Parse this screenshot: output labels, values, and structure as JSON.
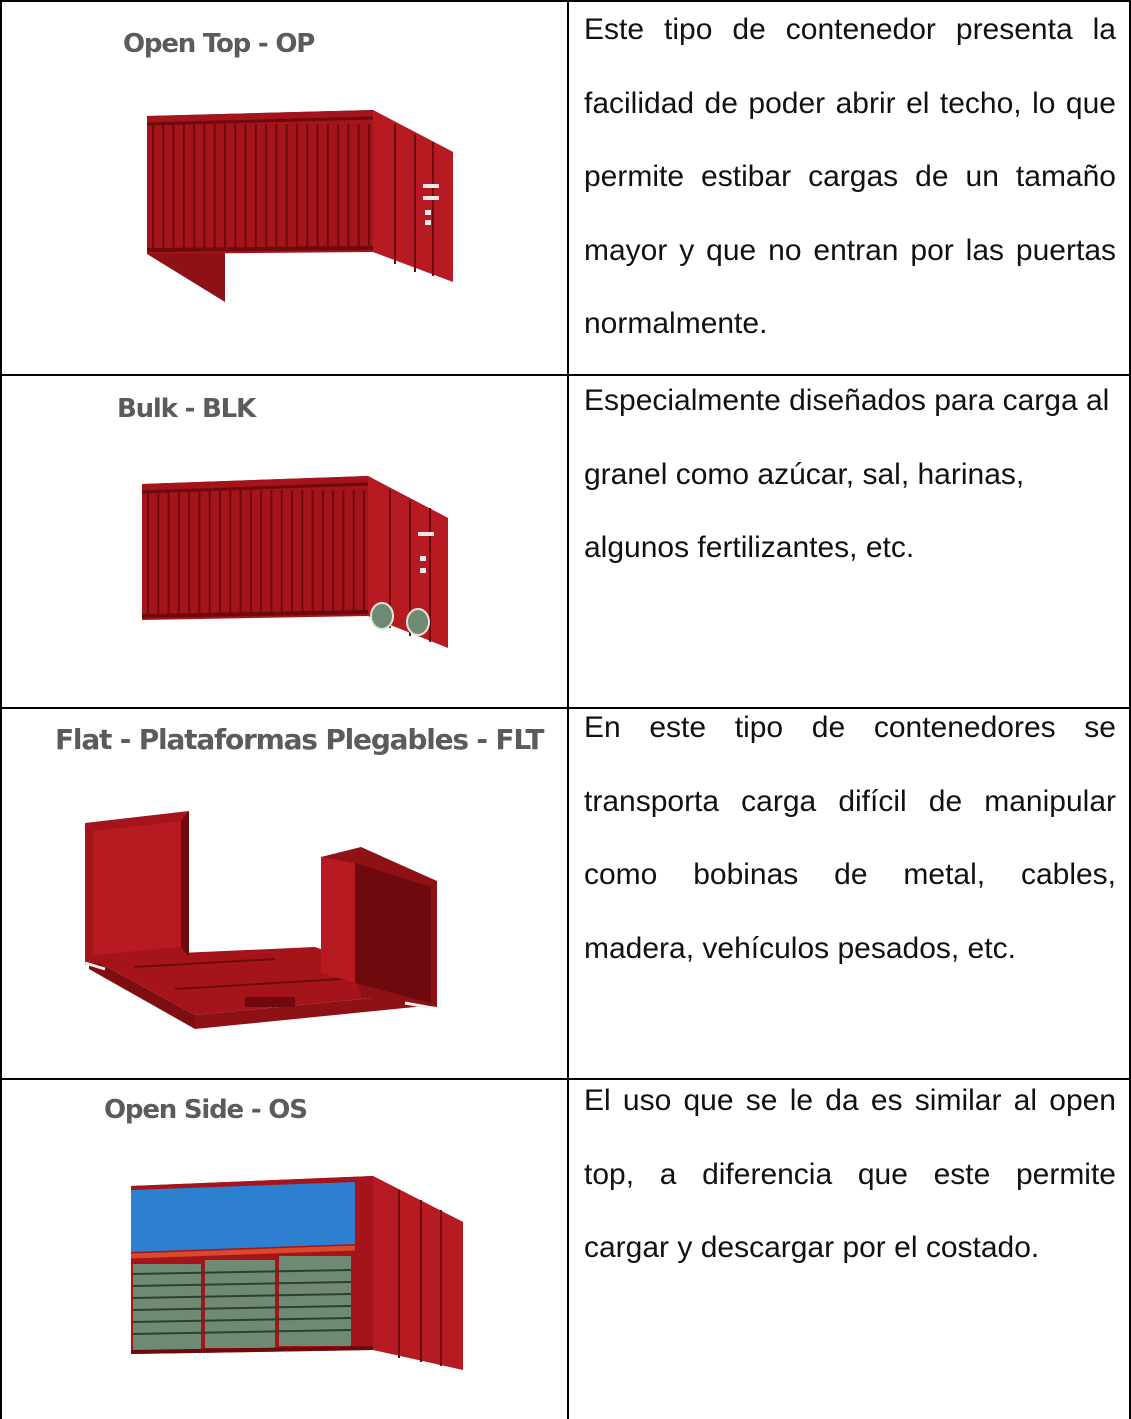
{
  "rows": [
    {
      "label": "Open Top - OP",
      "description": "Este tipo de contenedor presenta la facilidad de poder abrir el techo, lo que permite estibar cargas de un tamaño mayor y que no entran por las puertas normalmente.",
      "image_icon": "open-top-container-icon"
    },
    {
      "label": "Bulk - BLK",
      "description": "Especialmente diseñados para carga al granel como azúcar, sal, harinas, algunos fertilizantes, etc.",
      "image_icon": "bulk-container-icon"
    },
    {
      "label": "Flat - Plataformas Plegables - FLT",
      "description": "En este tipo de contenedores se transporta carga difícil de manipular como bobinas de metal, cables, madera, vehículos pesados, etc.",
      "image_icon": "flat-rack-container-icon"
    },
    {
      "label": "Open Side - OS",
      "description": "El uso que se le da es similar al open top, a diferencia que este permite cargar y descargar por el costado.",
      "image_icon": "open-side-container-icon"
    }
  ],
  "colors": {
    "container_red": "#a5141a",
    "container_dark": "#6e0a0e",
    "roof_navy": "#26357a",
    "tarp_blue": "#2d7fd0",
    "grille_green": "#6f8a72",
    "label_gray": "#5b5b5b"
  }
}
